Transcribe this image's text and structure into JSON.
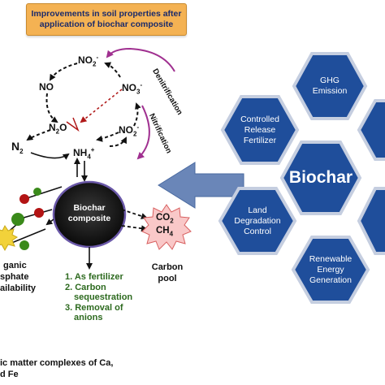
{
  "banner": {
    "line1": "Improvements in soil properties after",
    "line2": "application of biochar composite"
  },
  "nitrogen_cycle": {
    "denitrification": "Denitrification",
    "nitrification": "Nitrification"
  },
  "composite": {
    "line1": "Biochar",
    "line2": "composite"
  },
  "carbon_pool": {
    "line1": "Carbon",
    "line2": "pool"
  },
  "benefits": {
    "item1": "1. As fertilizer",
    "item2a": "2. Carbon",
    "item2b": "sequestration",
    "item3a": "3. Removal of",
    "item3b": "anions"
  },
  "phosphate": {
    "line1": "ganic",
    "line2": "sphate",
    "line3": "ailability"
  },
  "bottom_text": {
    "line1": "ic matter complexes of Ca,",
    "line2": "d Fe"
  },
  "hexagons": {
    "center": "Biochar",
    "ghg": [
      "GHG",
      "Emission"
    ],
    "controlled": [
      "Controlled",
      "Release",
      "Fertilizer"
    ],
    "land": [
      "Land",
      "Degradation",
      "Control"
    ],
    "renewable": [
      "Renewable",
      "Energy",
      "Generation"
    ]
  },
  "colors": {
    "hex_blue": "#1f4e9b",
    "hex_edge": "#c5cee0",
    "banner_orange": "#f4b253",
    "benefit_green": "#2d6a1f",
    "denitrification_arrow": "#a03090",
    "dashed_red": "#b01818"
  }
}
